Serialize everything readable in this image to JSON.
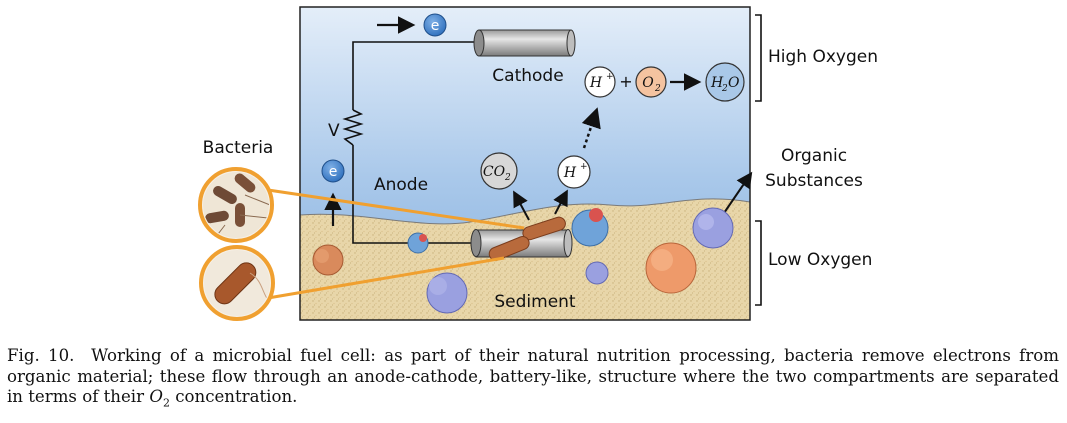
{
  "diagram": {
    "labels": {
      "cathode": "Cathode",
      "anode": "Anode",
      "sediment": "Sediment",
      "bacteria": "Bacteria",
      "organic_line1": "Organic",
      "organic_line2": "Substances",
      "high_oxygen": "High Oxygen",
      "low_oxygen": "Low Oxygen",
      "voltage": "V",
      "plus": "+"
    },
    "molecules": {
      "electron": "e",
      "h_plus_base": "H",
      "h_plus_sup": "+",
      "o2_base": "O",
      "o2_sub": "2",
      "h2o_h": "H",
      "h2o_sub": "2",
      "h2o_o": "O",
      "co2_base": "CO",
      "co2_sub": "2"
    },
    "colors": {
      "water_top": "#c9dcf0",
      "water_bottom": "#8fb6e0",
      "sediment": "#e8d5a8",
      "electron": "#3a7bc8",
      "oxygen": "#f4c3a0",
      "h2o": "#a9c8e8",
      "bacteria_ring": "#f0a030",
      "bacterium": "#b5653a"
    }
  },
  "caption": {
    "prefix": "Fig. 10.",
    "text1": "Working of a microbial fuel cell: as part of their natural nutrition processing, bacteria remove electrons from organic material; these flow through an anode-cathode, battery-like, structure where the two compartments are separated in terms of their",
    "o2_base": "O",
    "o2_sub": "2",
    "text2": "concentration."
  }
}
